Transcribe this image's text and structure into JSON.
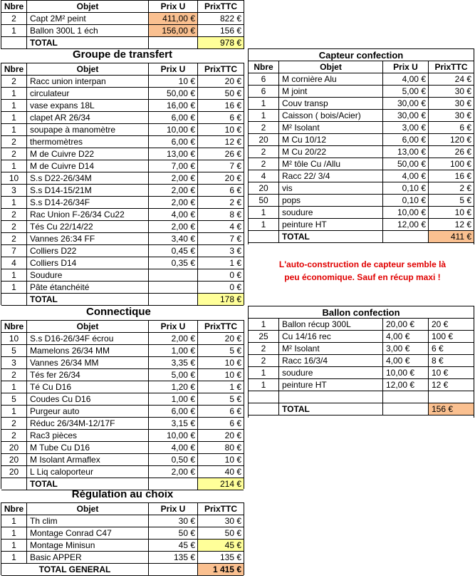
{
  "headers": {
    "nbre": "Nbre",
    "objet": "Objet",
    "prix_u": "Prix U",
    "prix_ttc": "PrixTTC"
  },
  "top": {
    "rows": [
      {
        "nbre": "2",
        "objet": "Capt 2M² peint",
        "prix_u": "411,00 €",
        "prix_ttc": "822 €"
      },
      {
        "nbre": "1",
        "objet": "Ballon 300L 1 éch",
        "prix_u": "156,00 €",
        "prix_ttc": "156 €"
      }
    ],
    "total_label": "TOTAL",
    "total": "978 €"
  },
  "transfert": {
    "title": "Groupe de transfert",
    "rows": [
      {
        "nbre": "2",
        "objet": "Racc union interpan",
        "prix_u": "10 €",
        "prix_ttc": "20 €"
      },
      {
        "nbre": "1",
        "objet": "circulateur",
        "prix_u": "50,00 €",
        "prix_ttc": "50 €"
      },
      {
        "nbre": "1",
        "objet": "vase expans 18L",
        "prix_u": "16,00 €",
        "prix_ttc": "16 €"
      },
      {
        "nbre": "1",
        "objet": "clapet AR 26/34",
        "prix_u": "6,00 €",
        "prix_ttc": "6 €"
      },
      {
        "nbre": "1",
        "objet": "soupape à manomètre",
        "prix_u": "10,00 €",
        "prix_ttc": "10 €"
      },
      {
        "nbre": "2",
        "objet": "thermomètres",
        "prix_u": "6,00 €",
        "prix_ttc": "12 €"
      },
      {
        "nbre": "2",
        "objet": "M de Cuivre D22",
        "prix_u": "13,00 €",
        "prix_ttc": "26 €"
      },
      {
        "nbre": "1",
        "objet": "M de Cuivre D14",
        "prix_u": "7,00 €",
        "prix_ttc": "7 €"
      },
      {
        "nbre": "10",
        "objet": "S.s D22-26/34M",
        "prix_u": "2,00 €",
        "prix_ttc": "20 €"
      },
      {
        "nbre": "3",
        "objet": "S.s D14-15/21M",
        "prix_u": "2,00 €",
        "prix_ttc": "6 €"
      },
      {
        "nbre": "1",
        "objet": "S.s D14-26/34F",
        "prix_u": "2,00 €",
        "prix_ttc": "2 €"
      },
      {
        "nbre": "2",
        "objet": "Rac Union F-26/34 Cu22",
        "prix_u": "4,00 €",
        "prix_ttc": "8 €"
      },
      {
        "nbre": "2",
        "objet": "Tés Cu 22/14/22",
        "prix_u": "2,00 €",
        "prix_ttc": "4 €"
      },
      {
        "nbre": "2",
        "objet": "Vannes 26:34 FF",
        "prix_u": "3,40 €",
        "prix_ttc": "7 €"
      },
      {
        "nbre": "7",
        "objet": "Colliers D22",
        "prix_u": "0,45 €",
        "prix_ttc": "3 €"
      },
      {
        "nbre": "4",
        "objet": "Colliers D14",
        "prix_u": "0,35 €",
        "prix_ttc": "1 €"
      },
      {
        "nbre": "1",
        "objet": "Soudure",
        "prix_u": "",
        "prix_ttc": "0 €"
      },
      {
        "nbre": "1",
        "objet": "Pâte étanchéité",
        "prix_u": "",
        "prix_ttc": "0 €"
      }
    ],
    "total_label": "TOTAL",
    "total": "178 €"
  },
  "connectique": {
    "title": "Connectique",
    "rows": [
      {
        "nbre": "10",
        "objet": "S.s D16-26/34F écrou",
        "prix_u": "2,00 €",
        "prix_ttc": "20 €"
      },
      {
        "nbre": "5",
        "objet": "Mamelons 26/34 MM",
        "prix_u": "1,00 €",
        "prix_ttc": "5 €"
      },
      {
        "nbre": "3",
        "objet": "Vannes 26/34 MM",
        "prix_u": "3,35 €",
        "prix_ttc": "10 €"
      },
      {
        "nbre": "2",
        "objet": "Tés fer 26/34",
        "prix_u": "5,00 €",
        "prix_ttc": "10 €"
      },
      {
        "nbre": "1",
        "objet": "Té Cu D16",
        "prix_u": "1,20 €",
        "prix_ttc": "1 €"
      },
      {
        "nbre": "5",
        "objet": "Coudes Cu D16",
        "prix_u": "1,00 €",
        "prix_ttc": "5 €"
      },
      {
        "nbre": "1",
        "objet": "Purgeur auto",
        "prix_u": "6,00 €",
        "prix_ttc": "6 €"
      },
      {
        "nbre": "2",
        "objet": "Réduc 26/34M-12/17F",
        "prix_u": "3,15 €",
        "prix_ttc": "6 €"
      },
      {
        "nbre": "2",
        "objet": "Rac3 pièces",
        "prix_u": "10,00 €",
        "prix_ttc": "20 €"
      },
      {
        "nbre": "20",
        "objet": "M Tube Cu D16",
        "prix_u": "4,00 €",
        "prix_ttc": "80 €"
      },
      {
        "nbre": "20",
        "objet": "M Isolant Armaflex",
        "prix_u": "0,50 €",
        "prix_ttc": "10 €"
      },
      {
        "nbre": "20",
        "objet": "L Liq caloporteur",
        "prix_u": "2,00 €",
        "prix_ttc": "40 €"
      }
    ],
    "total_label": "TOTAL",
    "total": "214 €"
  },
  "regulation": {
    "title": "Régulation au choix",
    "rows": [
      {
        "nbre": "1",
        "objet": "Th clim",
        "prix_u": "30 €",
        "prix_ttc": "30 €"
      },
      {
        "nbre": "1",
        "objet": "Montage Conrad C47",
        "prix_u": "50 €",
        "prix_ttc": "50 €"
      },
      {
        "nbre": "1",
        "objet": "Montage Minisun",
        "prix_u": "45 €",
        "prix_ttc": "45 €"
      },
      {
        "nbre": "1",
        "objet": "Basic APPER",
        "prix_u": "135 €",
        "prix_ttc": "135 €"
      }
    ],
    "total_label": "TOTAL GENERAL",
    "total": "1 415 €"
  },
  "capteur": {
    "title": "Capteur confection",
    "rows": [
      {
        "nbre": "6",
        "objet": "M cornière  Alu",
        "prix_u": "4,00 €",
        "prix_ttc": "24 €"
      },
      {
        "nbre": "6",
        "objet": "M joint",
        "prix_u": "5,00 €",
        "prix_ttc": "30 €"
      },
      {
        "nbre": "1",
        "objet": "Couv transp",
        "prix_u": "30,00 €",
        "prix_ttc": "30 €"
      },
      {
        "nbre": "1",
        "objet": "Caisson ( bois/Acier)",
        "prix_u": "30,00 €",
        "prix_ttc": "30 €"
      },
      {
        "nbre": "2",
        "objet": "M² Isolant",
        "prix_u": "3,00 €",
        "prix_ttc": "6 €"
      },
      {
        "nbre": "20",
        "objet": "M Cu 10/12",
        "prix_u": "6,00 €",
        "prix_ttc": "120 €"
      },
      {
        "nbre": "2",
        "objet": "M Cu 20/22",
        "prix_u": "13,00 €",
        "prix_ttc": "26 €"
      },
      {
        "nbre": "2",
        "objet": "M² tôle Cu /Allu",
        "prix_u": "50,00 €",
        "prix_ttc": "100 €"
      },
      {
        "nbre": "4",
        "objet": "Racc 22/ 3/4",
        "prix_u": "4,00 €",
        "prix_ttc": "16 €"
      },
      {
        "nbre": "20",
        "objet": "vis",
        "prix_u": "0,10 €",
        "prix_ttc": "2 €"
      },
      {
        "nbre": "50",
        "objet": "pops",
        "prix_u": "0,10 €",
        "prix_ttc": "5 €"
      },
      {
        "nbre": "1",
        "objet": "soudure",
        "prix_u": "10,00 €",
        "prix_ttc": "10 €"
      },
      {
        "nbre": "1",
        "objet": "peinture HT",
        "prix_u": "12,00 €",
        "prix_ttc": "12 €"
      }
    ],
    "total_label": "TOTAL",
    "total": "411 €"
  },
  "note": {
    "line1": "L'auto-construction de capteur semble là",
    "line2": "peu économique. Sauf en récup maxi !"
  },
  "ballon": {
    "title": "Ballon confection",
    "rows": [
      {
        "nbre": "1",
        "objet": "Ballon récup 300L",
        "prix_u": "20,00 €",
        "prix_ttc": "20 €"
      },
      {
        "nbre": "25",
        "objet": "Cu 14/16 rec",
        "prix_u": "4,00 €",
        "prix_ttc": "100 €"
      },
      {
        "nbre": "2",
        "objet": "M² Isolant",
        "prix_u": "3,00 €",
        "prix_ttc": "6 €"
      },
      {
        "nbre": "2",
        "objet": "Racc 16/3/4",
        "prix_u": "4,00 €",
        "prix_ttc": "8 €"
      },
      {
        "nbre": "1",
        "objet": "soudure",
        "prix_u": "10,00 €",
        "prix_ttc": "10 €"
      },
      {
        "nbre": "1",
        "objet": "peinture HT",
        "prix_u": "12,00 €",
        "prix_ttc": "12 €"
      }
    ],
    "total_label": "TOTAL",
    "total": "156 €"
  },
  "colors": {
    "orange_cell": "#fac090",
    "yellow_cell": "#ffff99",
    "note_red": "#e00000"
  }
}
